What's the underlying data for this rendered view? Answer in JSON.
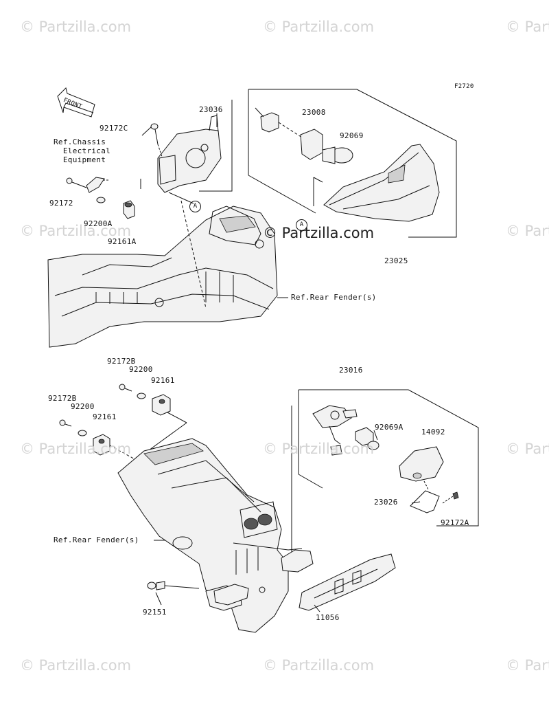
{
  "watermark": {
    "text": "© Partzilla.com"
  },
  "figure_code": "F2720",
  "front_label": "FRONT",
  "callout_marker": "A",
  "refs": {
    "chassis": "Ref.Chassis\n  Electrical\n  Equipment",
    "rear_fender_top": "Ref.Rear Fender(s)",
    "rear_fender_bottom": "Ref.Rear Fender(s)"
  },
  "parts": {
    "p23036": "23036",
    "p92172c": "92172C",
    "p92172": "92172",
    "p92200a": "92200A",
    "p92161a": "92161A",
    "p23008": "23008",
    "p92069": "92069",
    "p23025": "23025",
    "p92172b_1": "92172B",
    "p92200_1": "92200",
    "p92161_1": "92161",
    "p92172b_2": "92172B",
    "p92200_2": "92200",
    "p92161_2": "92161",
    "p23016": "23016",
    "p92069a": "92069A",
    "p14092": "14092",
    "p23026": "23026",
    "p92172a": "92172A",
    "p92151": "92151",
    "p11056": "11056"
  }
}
